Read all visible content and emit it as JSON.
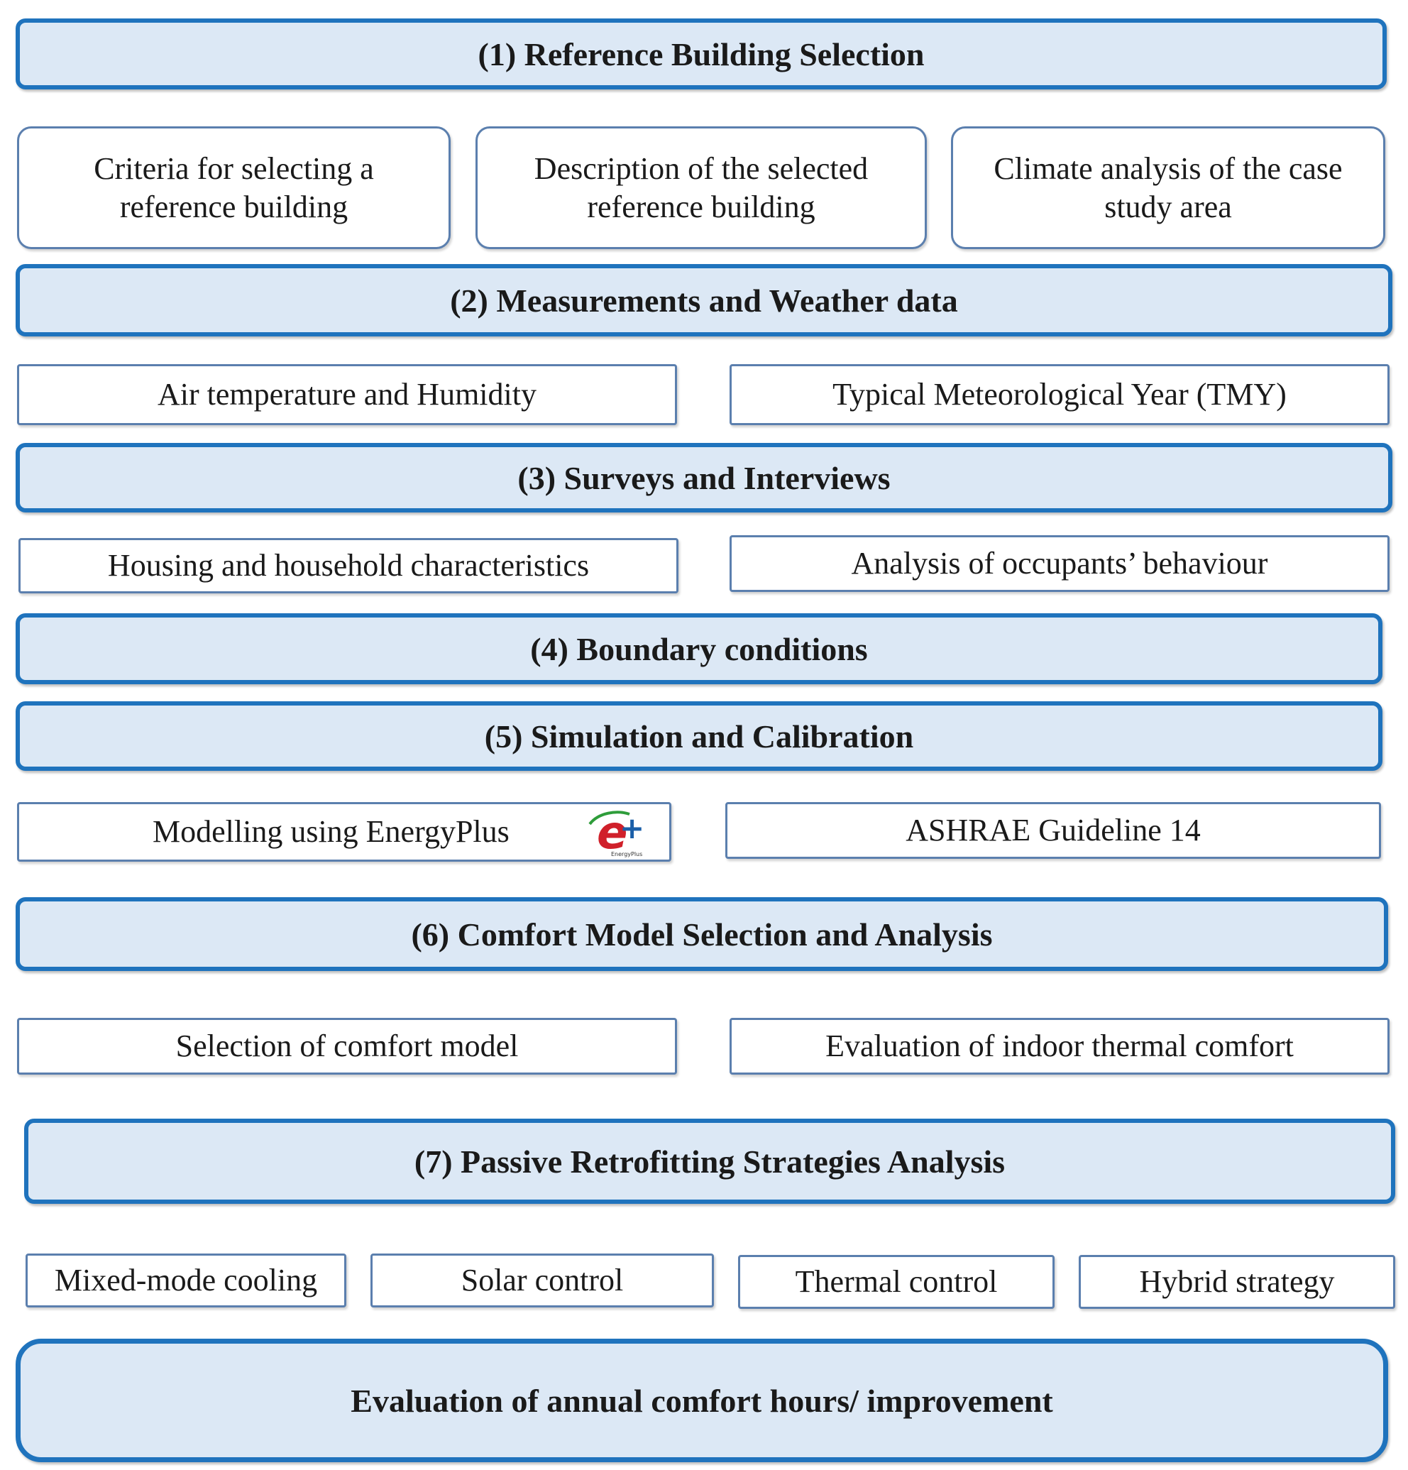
{
  "stages": {
    "s1": "(1) Reference Building Selection",
    "s2": "(2) Measurements and Weather data",
    "s3": "(3) Surveys and Interviews",
    "s4": "(4) Boundary conditions",
    "s5": "(5) Simulation and Calibration",
    "s6": "(6) Comfort Model Selection and Analysis",
    "s7": "(7) Passive Retrofitting Strategies Analysis"
  },
  "stage1_items": [
    "Criteria for selecting a reference building",
    "Description of the selected reference building",
    "Climate analysis of the case study area"
  ],
  "stage2_items": [
    "Air temperature and Humidity",
    "Typical Meteorological Year (TMY)"
  ],
  "stage3_items": [
    "Housing and household characteristics",
    "Analysis of occupants’ behaviour"
  ],
  "stage5_items": [
    "Modelling using EnergyPlus",
    "ASHRAE Guideline 14"
  ],
  "stage6_items": [
    "Selection of comfort model",
    "Evaluation of indoor thermal comfort"
  ],
  "stage7_items": [
    "Mixed-mode cooling",
    "Solar control",
    "Thermal control",
    "Hybrid strategy"
  ],
  "final": "Evaluation of annual comfort hours/ improvement",
  "logo": {
    "name": "energyplus-logo-icon",
    "letter": "e",
    "plus": "+",
    "caption": "EnergyPlus",
    "colors": {
      "letter": "#d0202a",
      "plus": "#1b5fa8",
      "swoosh": "#2e9d3a"
    }
  },
  "colors": {
    "stage_fill": "#dce8f5",
    "stage_border": "#1f73bd",
    "sub_border": "#5b7fae"
  }
}
